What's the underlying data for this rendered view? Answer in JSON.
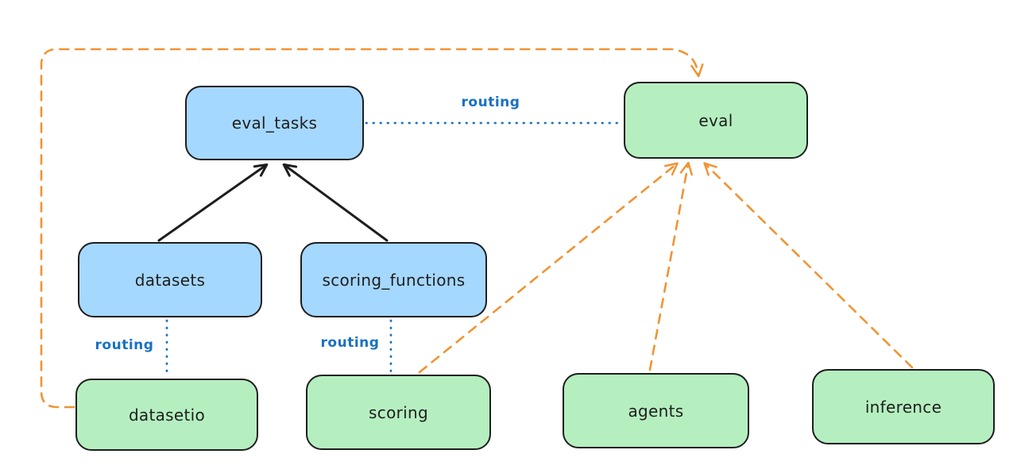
{
  "diagram": {
    "type": "flow-diagram",
    "background": "#ffffff",
    "colors": {
      "blue_fill": "#a5d8ff",
      "green_fill": "#b5efc0",
      "stroke": "#1e1e1e",
      "routing_blue": "#1971c2",
      "orange": "#f09433"
    },
    "nodes": [
      {
        "id": "eval_tasks",
        "label": "eval_tasks",
        "fill": "blue"
      },
      {
        "id": "eval",
        "label": "eval",
        "fill": "green"
      },
      {
        "id": "datasets",
        "label": "datasets",
        "fill": "blue"
      },
      {
        "id": "scoring_functions",
        "label": "scoring_functions",
        "fill": "blue"
      },
      {
        "id": "datasetio",
        "label": "datasetio",
        "fill": "green"
      },
      {
        "id": "scoring",
        "label": "scoring",
        "fill": "green"
      },
      {
        "id": "agents",
        "label": "agents",
        "fill": "green"
      },
      {
        "id": "inference",
        "label": "inference",
        "fill": "green"
      }
    ],
    "edge_labels": [
      {
        "id": "routing-evaltasks-eval",
        "text": "routing"
      },
      {
        "id": "routing-datasets-datasetio",
        "text": "routing"
      },
      {
        "id": "routing-scoringfns-scoring",
        "text": "routing"
      }
    ],
    "edges": [
      {
        "from": "datasets",
        "to": "eval_tasks",
        "style": "solid-arrow",
        "color": "#1e1e1e"
      },
      {
        "from": "scoring_functions",
        "to": "eval_tasks",
        "style": "solid-arrow",
        "color": "#1e1e1e"
      },
      {
        "from": "eval_tasks",
        "to": "eval",
        "style": "dotted-line",
        "color": "#1971c2",
        "label": "routing"
      },
      {
        "from": "datasets",
        "to": "datasetio",
        "style": "dotted-line",
        "color": "#1971c2",
        "label": "routing"
      },
      {
        "from": "scoring_functions",
        "to": "scoring",
        "style": "dotted-line",
        "color": "#1971c2",
        "label": "routing"
      },
      {
        "from": "datasetio",
        "to": "eval",
        "style": "dashed-arrow",
        "color": "#f09433"
      },
      {
        "from": "scoring",
        "to": "eval",
        "style": "dashed-arrow",
        "color": "#f09433"
      },
      {
        "from": "agents",
        "to": "eval",
        "style": "dashed-arrow",
        "color": "#f09433"
      },
      {
        "from": "inference",
        "to": "eval",
        "style": "dashed-arrow",
        "color": "#f09433"
      }
    ]
  }
}
